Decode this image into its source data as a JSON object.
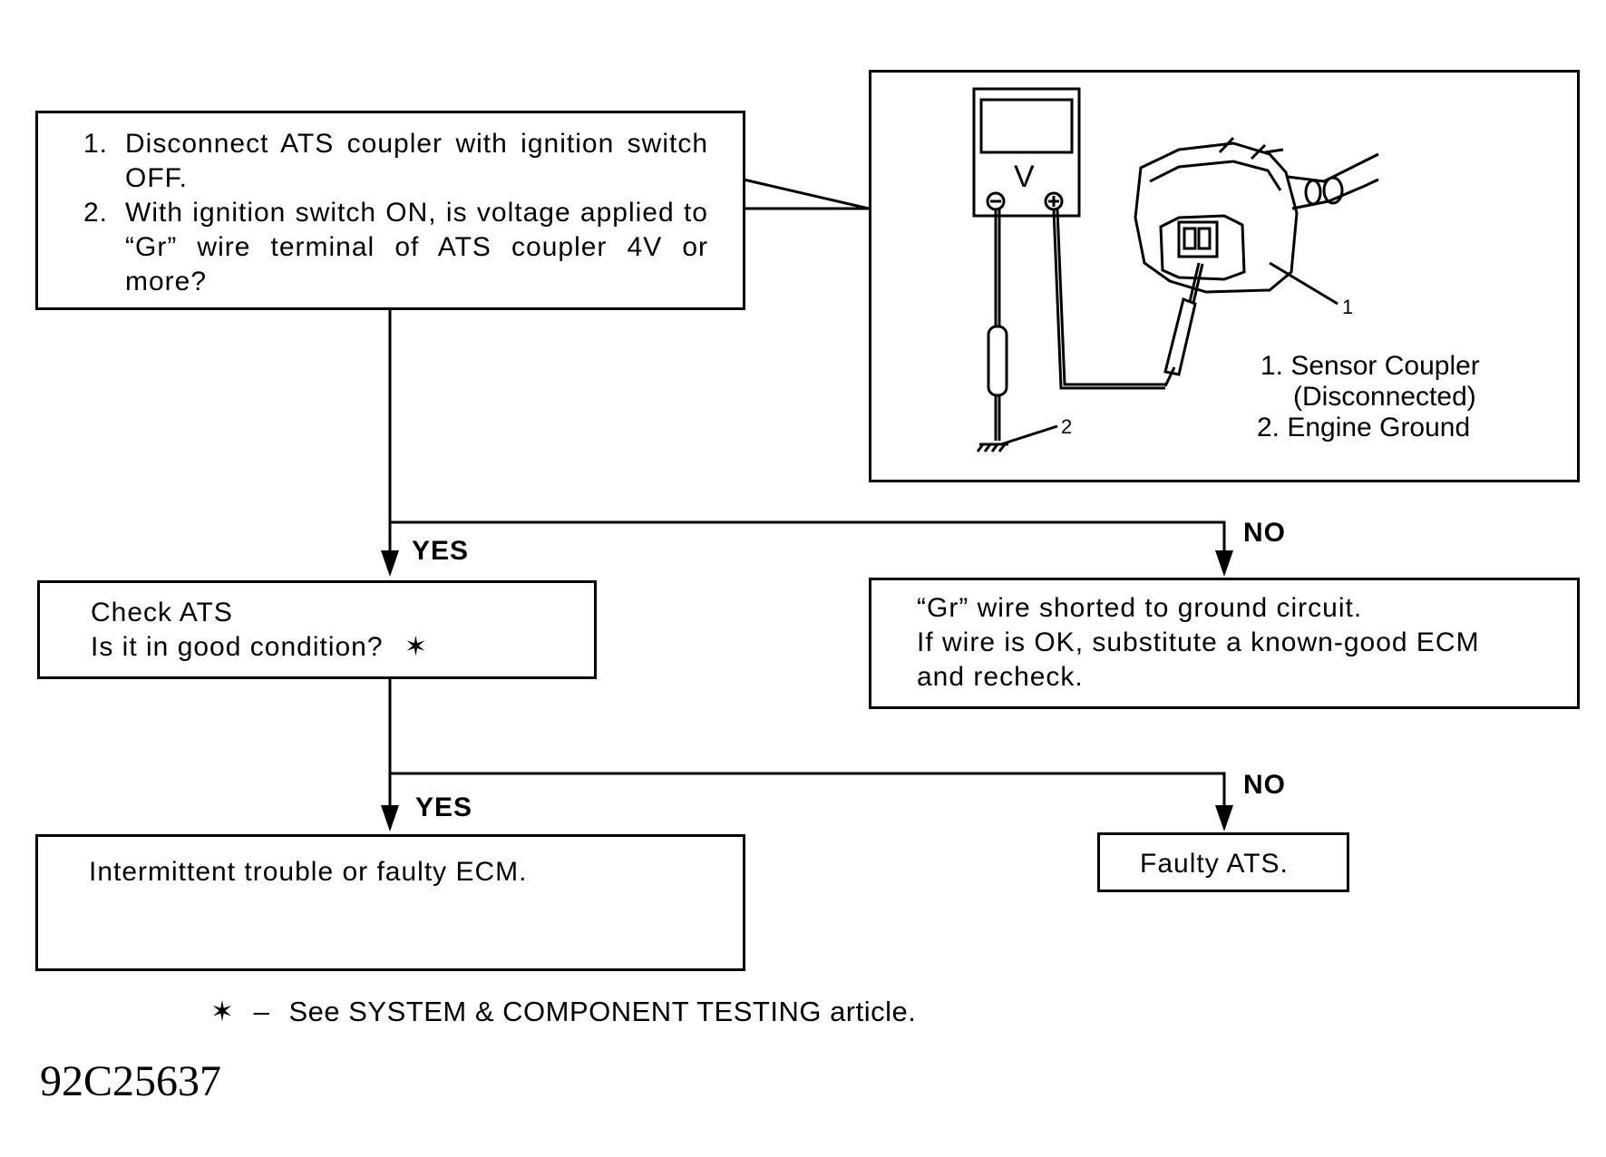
{
  "step1": {
    "items": [
      {
        "num": "1.",
        "text": "Disconnect ATS coupler with ignition switch OFF."
      },
      {
        "num": "2.",
        "text": "With ignition switch ON, is voltage applied to “Gr” wire terminal of ATS coupler 4V or more?"
      }
    ]
  },
  "illustration": {
    "meter_label": "V",
    "callout_1": "1",
    "callout_2": "2",
    "legend": [
      "1. Sensor Coupler",
      "(Disconnected)",
      "2. Engine Ground"
    ]
  },
  "branch1": {
    "yes_label": "YES",
    "no_label": "NO"
  },
  "check_ats": {
    "line1": "Check ATS",
    "line2": "Is it in good condition?",
    "mark": "✶"
  },
  "gr_wire": {
    "line1": "“Gr” wire shorted to ground circuit.",
    "line2": "If wire is OK, substitute a known-good ECM",
    "line3": "and recheck."
  },
  "branch2": {
    "yes_label": "YES",
    "no_label": "NO"
  },
  "intermittent": {
    "text": "Intermittent trouble or faulty ECM."
  },
  "faulty_ats": {
    "text": "Faulty ATS."
  },
  "footnote": {
    "mark": "✶",
    "dash": "–",
    "text": "See SYSTEM & COMPONENT TESTING article."
  },
  "figure_id": "92C25637"
}
